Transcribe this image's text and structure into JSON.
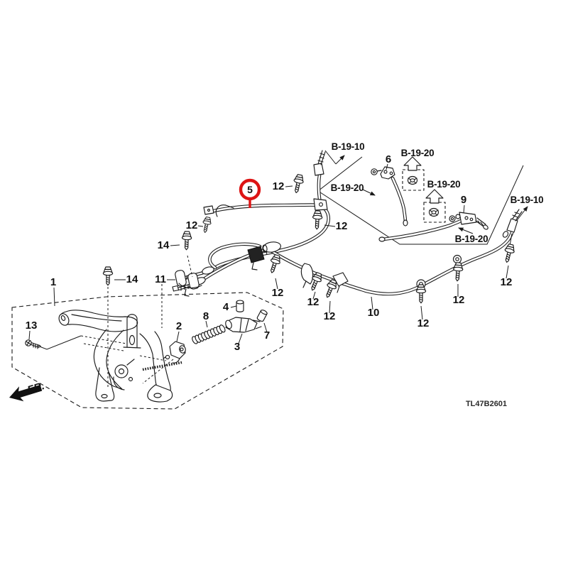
{
  "diagram": {
    "code": "TL47B2601",
    "fr": "FR.",
    "highlighted_part": "5",
    "colors": {
      "line": "#1a1a1a",
      "highlight": "#dd1414",
      "background": "#ffffff"
    },
    "callouts": [
      {
        "t": "1"
      },
      {
        "t": "2"
      },
      {
        "t": "3"
      },
      {
        "t": "4"
      },
      {
        "t": "6"
      },
      {
        "t": "7"
      },
      {
        "t": "8"
      },
      {
        "t": "9"
      },
      {
        "t": "10"
      },
      {
        "t": "11"
      },
      {
        "t": "13"
      },
      {
        "t": "14"
      },
      {
        "t": "14"
      },
      {
        "t": "12"
      },
      {
        "t": "12"
      },
      {
        "t": "12"
      },
      {
        "t": "12"
      },
      {
        "t": "12"
      },
      {
        "t": "12"
      },
      {
        "t": "12"
      },
      {
        "t": "12"
      },
      {
        "t": "12"
      },
      {
        "t": "5"
      }
    ],
    "refs": [
      {
        "t": "B-19-10"
      },
      {
        "t": "B-19-20"
      },
      {
        "t": "B-19-20"
      },
      {
        "t": "B-19-20"
      },
      {
        "t": "B-19-10"
      },
      {
        "t": "B-19-20"
      }
    ]
  }
}
